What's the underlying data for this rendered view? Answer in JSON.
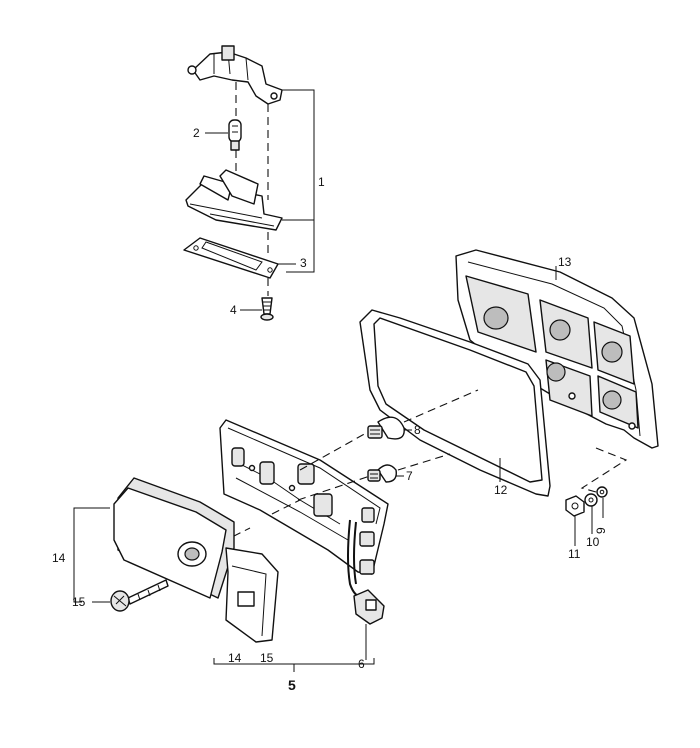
{
  "callouts": {
    "c1": "1",
    "c2": "2",
    "c3": "3",
    "c4": "4",
    "c5": "5",
    "c6": "6",
    "c7": "7",
    "c8": "8",
    "c9": "9",
    "c10": "10",
    "c11": "11",
    "c12": "12",
    "c13": "13",
    "c14": "14",
    "c15": "15",
    "c14b": "14",
    "c15b": "15"
  }
}
